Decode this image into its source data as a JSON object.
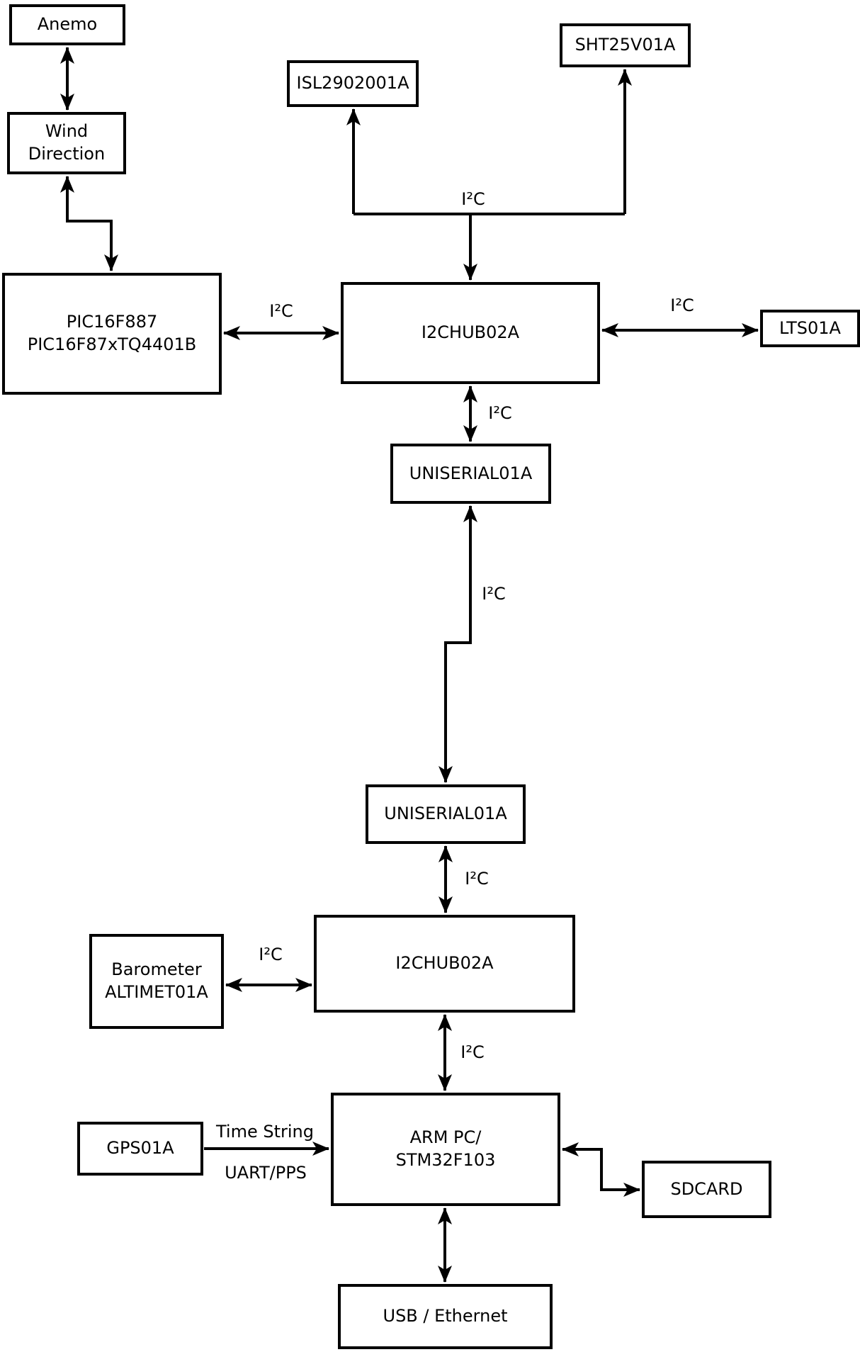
{
  "diagram": {
    "nodes": {
      "anemo": {
        "label": "Anemo"
      },
      "wind": {
        "label": "Wind\nDirection"
      },
      "pic": {
        "label": "PIC16F887\nPIC16F87xTQ4401B"
      },
      "isl": {
        "label": "ISL2902001A"
      },
      "sht": {
        "label": "SHT25V01A"
      },
      "hub1": {
        "label": "I2CHUB02A"
      },
      "lts": {
        "label": "LTS01A"
      },
      "uni1": {
        "label": "UNISERIAL01A"
      },
      "uni2": {
        "label": "UNISERIAL01A"
      },
      "hub2": {
        "label": "I2CHUB02A"
      },
      "baro": {
        "label": "Barometer\nALTIMET01A"
      },
      "gps": {
        "label": "GPS01A"
      },
      "arm": {
        "label": "ARM PC/\nSTM32F103"
      },
      "sdcard": {
        "label": "SDCARD"
      },
      "usb": {
        "label": "USB / Ethernet"
      }
    },
    "edge_labels": {
      "pic_hub1": "I²C",
      "top_junction": "I²C",
      "hub1_lts": "I²C",
      "hub1_uni1": "I²C",
      "uni1_uni2": "I²C",
      "uni2_hub2": "I²C",
      "baro_hub2": "I²C",
      "hub2_arm": "I²C",
      "gps_arm_top": "Time String",
      "gps_arm_bottom": "UART/PPS"
    },
    "colors": {
      "line": "#000000",
      "background": "#ffffff",
      "box_fill": "#ffffff"
    }
  }
}
